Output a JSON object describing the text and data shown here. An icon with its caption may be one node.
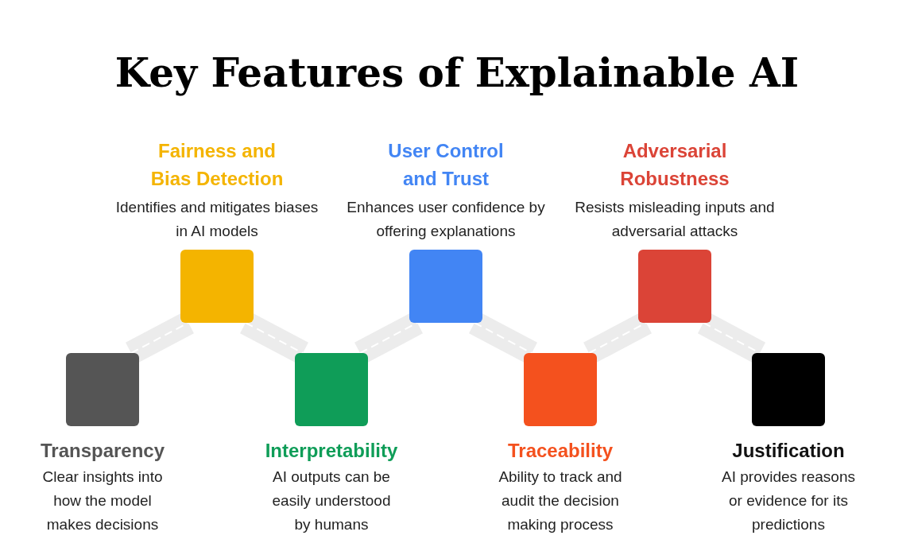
{
  "diagram": {
    "title": "Key Features of Explainable AI",
    "nodes": [
      {
        "text": [
          "Transparency",
          "Clear insights into how the model makes decisions"
        ]
      },
      {
        "text": [
          "Fairness and Bias Detection",
          "Identifies and mitigates biases in AI models"
        ]
      },
      {
        "text": [
          "Interpretability",
          "AI outputs can be easily understood by humans"
        ]
      },
      {
        "text": [
          "User Control and Trust",
          "Enhances user confidence by offering explanations"
        ]
      },
      {
        "text": [
          "Traceability",
          "Ability to track and audit the decision making process"
        ]
      },
      {
        "text": [
          "Adversarial Robustness",
          "Resists misleading inputs and adversarial attacks"
        ]
      },
      {
        "text": [
          "Justification",
          "AI provides reasons or evidence for its predictions"
        ]
      }
    ],
    "edges": [
      {
        "from": 0,
        "to": 1,
        "arrow": "none"
      },
      {
        "from": 1,
        "to": 2,
        "arrow": "none"
      },
      {
        "from": 2,
        "to": 3,
        "arrow": "none"
      },
      {
        "from": 3,
        "to": 4,
        "arrow": "none"
      },
      {
        "from": 4,
        "to": 5,
        "arrow": "none"
      },
      {
        "from": 5,
        "to": 6,
        "arrow": "none"
      }
    ]
  }
}
